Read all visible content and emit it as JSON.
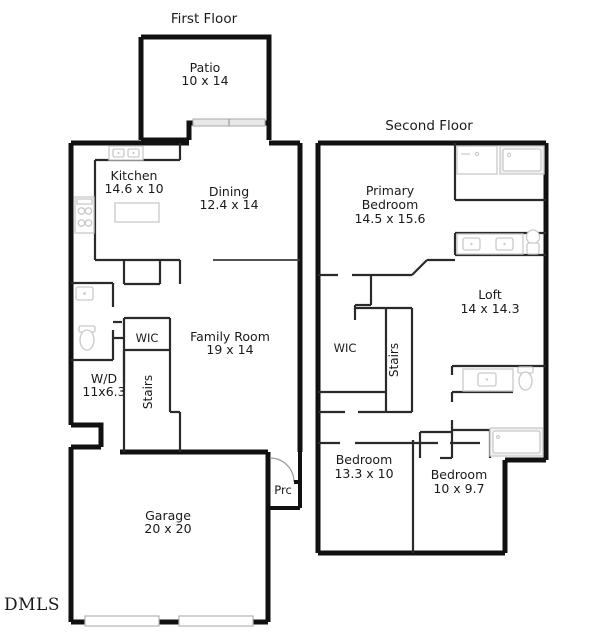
{
  "document": {
    "type": "real-estate-floor-plan",
    "watermark": "DMLS"
  },
  "floors": [
    {
      "id": "first-floor",
      "title": "First Floor",
      "rooms": [
        {
          "id": "patio",
          "name": "Patio",
          "dimensions": "10 x 14"
        },
        {
          "id": "kitchen",
          "name": "Kitchen",
          "dimensions": "14.6 x 10"
        },
        {
          "id": "dining",
          "name": "Dining",
          "dimensions": "12.4 x 14"
        },
        {
          "id": "family-room",
          "name": "Family Room",
          "dimensions": "19 x 14"
        },
        {
          "id": "wd",
          "name": "W/D",
          "dimensions": "11x6.3"
        },
        {
          "id": "garage",
          "name": "Garage",
          "dimensions": "20 x 20"
        },
        {
          "id": "wic-1",
          "name": "WIC",
          "dimensions": ""
        },
        {
          "id": "stairs-1",
          "name": "Stairs",
          "dimensions": ""
        },
        {
          "id": "porch",
          "name": "Prc",
          "dimensions": ""
        }
      ]
    },
    {
      "id": "second-floor",
      "title": "Second Floor",
      "rooms": [
        {
          "id": "primary-bedroom",
          "name": "Primary\nBedroom",
          "name_line1": "Primary",
          "name_line2": "Bedroom",
          "dimensions": "14.5 x 15.6"
        },
        {
          "id": "loft",
          "name": "Loft",
          "dimensions": "14 x 14.3"
        },
        {
          "id": "bedroom-2",
          "name": "Bedroom",
          "dimensions": "13.3 x 10"
        },
        {
          "id": "bedroom-3",
          "name": "Bedroom",
          "dimensions": "10 x 9.7"
        },
        {
          "id": "wic-2",
          "name": "WIC",
          "dimensions": ""
        },
        {
          "id": "stairs-2",
          "name": "Stairs",
          "dimensions": ""
        }
      ]
    }
  ],
  "colors": {
    "wall": "#111111",
    "interior_wall": "#2a2a2a",
    "fixture_outline": "#c9c9c9",
    "background": "#ffffff",
    "text": "#1a1a1a"
  }
}
